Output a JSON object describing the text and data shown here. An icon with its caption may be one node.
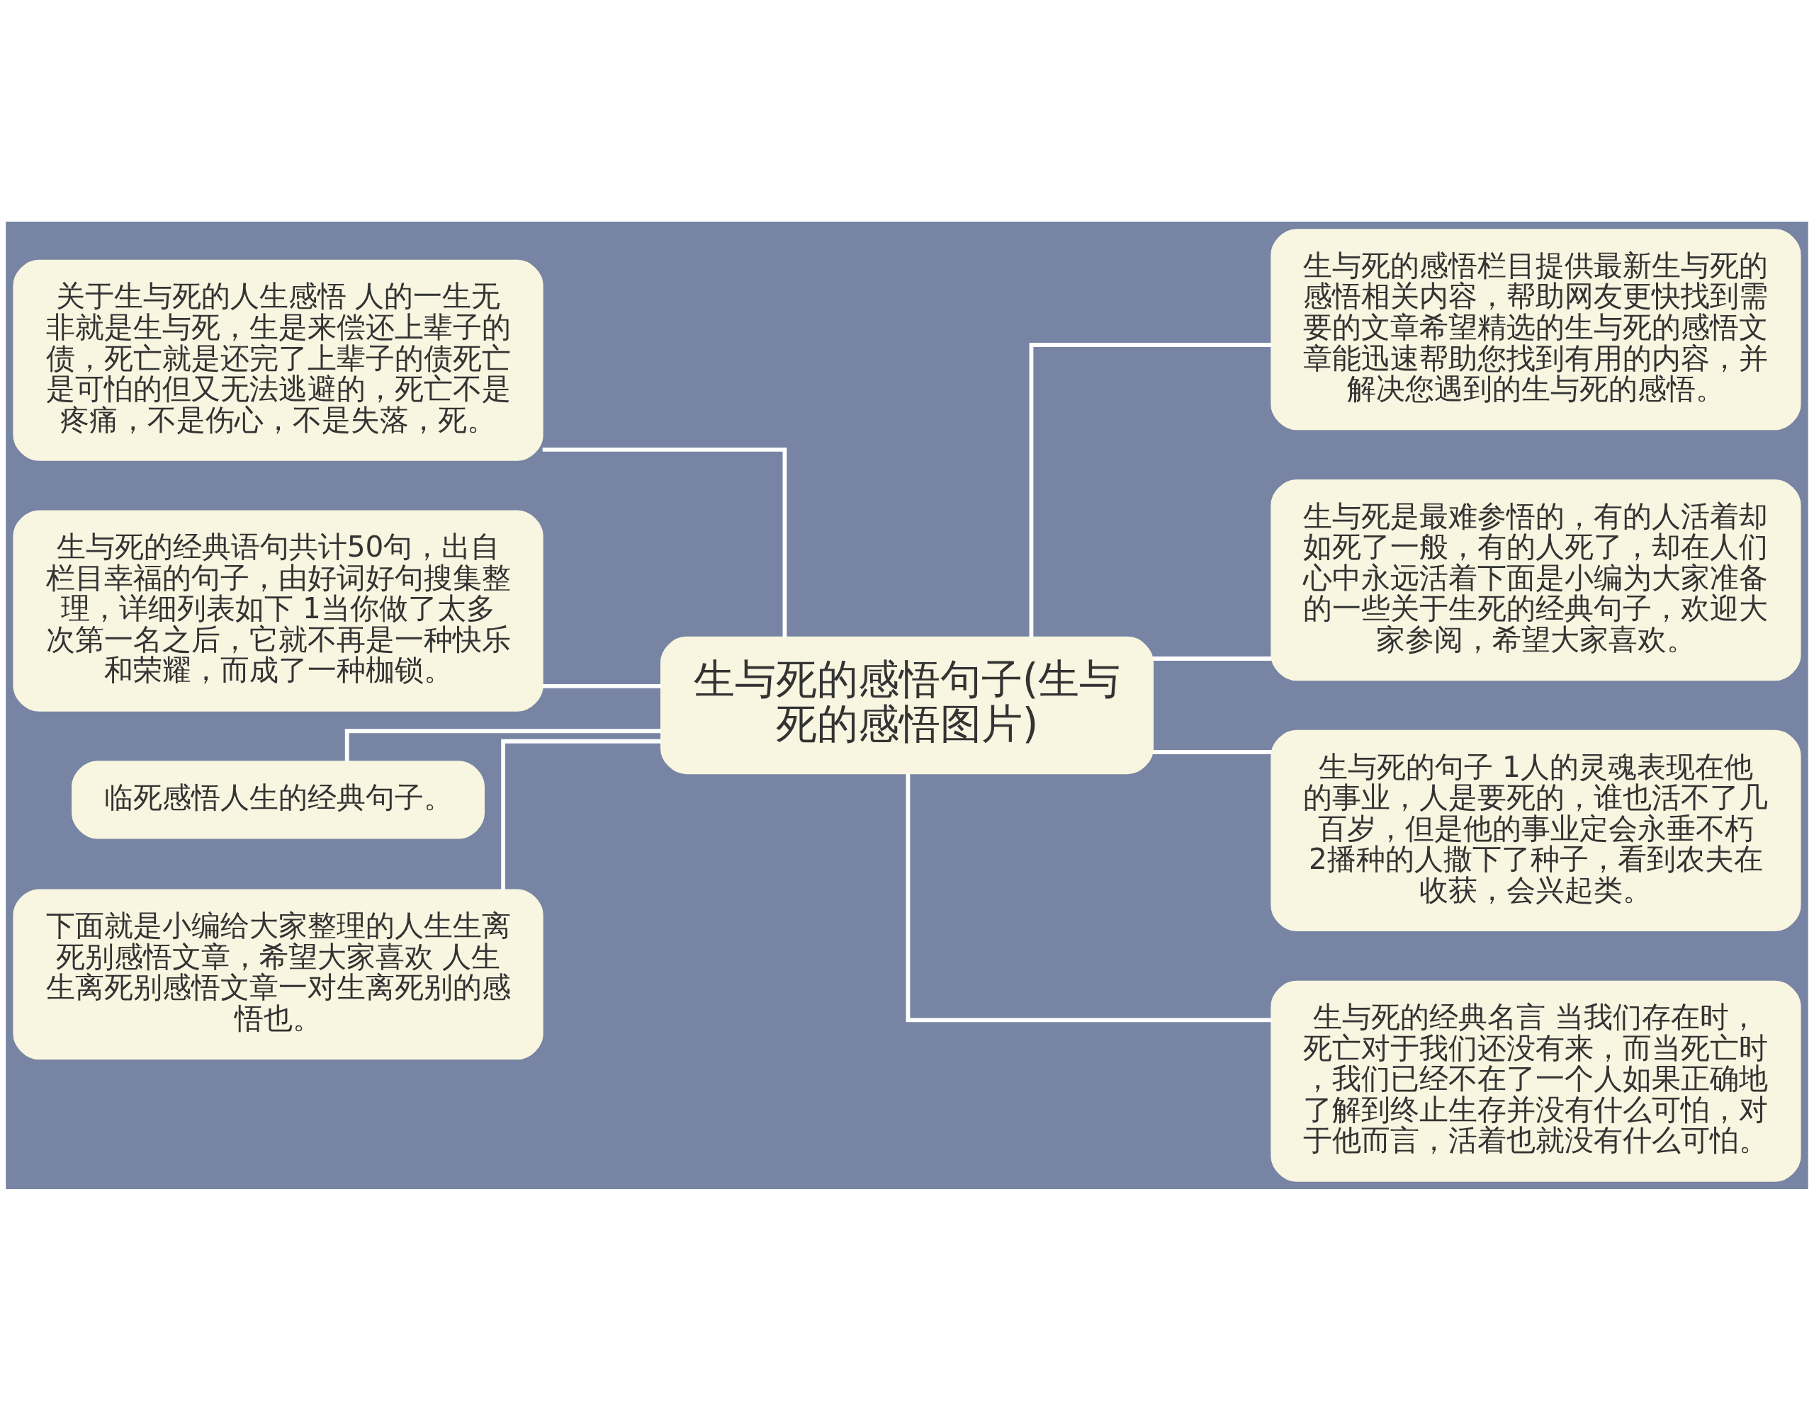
{
  "diagram": {
    "nodes": [
      {
        "text": [
          "生与死的感悟句子(生与死的感悟图片)"
        ]
      },
      {
        "text": [
          "关于生与死的人生感悟 人的一生无非就是生与死，生是来偿还上辈子的债，死亡就是还完了上辈子的债死亡是可怕的但又无法逃避的，死亡不是疼痛，不是伤心，不是失落，死。"
        ]
      },
      {
        "text": [
          "生与死的经典语句共计50句，出自栏目幸福的句子，由好词好句搜集整理，详细列表如下 1当你做了太多次第一名之后，它就不再是一种快乐和荣耀，而成了一种枷锁。"
        ]
      },
      {
        "text": [
          "临死感悟人生的经典句子。"
        ]
      },
      {
        "text": [
          "下面就是小编给大家整理的人生生离死别感悟文章，希望大家喜欢 人生生离死别感悟文章一对生离死别的感悟也。"
        ]
      },
      {
        "text": [
          "生与死的感悟栏目提供最新生与死的感悟相关内容，帮助网友更快找到需要的文章希望精选的生与死的感悟文章能迅速帮助您找到有用的内容，并解决您遇到的生与死的感悟。"
        ]
      },
      {
        "text": [
          "生与死是最难参悟的，有的人活着却如死了一般，有的人死了，却在人们心中永远活着下面是小编为大家准备的一些关于生死的经典句子，欢迎大家参阅，希望大家喜欢。"
        ]
      },
      {
        "text": [
          "生与死的句子 1人的灵魂表现在他的事业，人是要死的，谁也活不了几百岁，但是他的事业定会永垂不朽 2播种的人撒下了种子，看到农夫在收获，会兴起类。"
        ]
      },
      {
        "text": [
          "生与死的经典名言 当我们存在时，死亡对于我们还没有来，而当死亡时，我们已经不在了一个人如果正确地了解到终止生存并没有什么可怕，对于他而言，活着也就没有什么可怕。"
        ]
      }
    ],
    "edges": [
      {
        "from": 0,
        "to": 1,
        "arrow": "none"
      },
      {
        "from": 0,
        "to": 2,
        "arrow": "none"
      },
      {
        "from": 0,
        "to": 3,
        "arrow": "none"
      },
      {
        "from": 0,
        "to": 4,
        "arrow": "none"
      },
      {
        "from": 0,
        "to": 5,
        "arrow": "none"
      },
      {
        "from": 0,
        "to": 6,
        "arrow": "none"
      },
      {
        "from": 0,
        "to": 7,
        "arrow": "none"
      },
      {
        "from": 0,
        "to": 8,
        "arrow": "none"
      }
    ]
  }
}
